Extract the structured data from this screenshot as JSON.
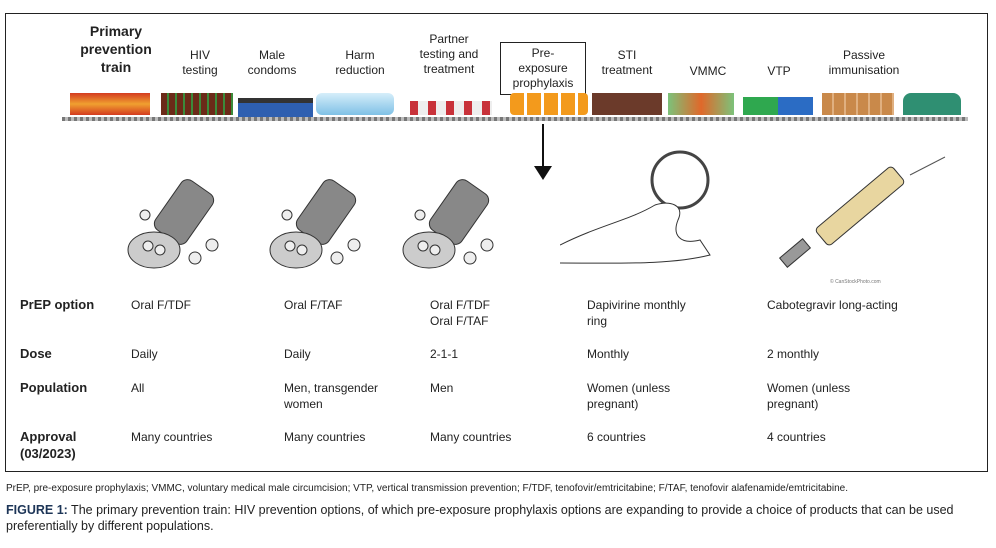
{
  "train": {
    "title": "Primary prevention train",
    "cars": [
      {
        "label": "HIV testing",
        "color": "#7a3b1e"
      },
      {
        "label": "Male condoms",
        "color": "#2e5fb0"
      },
      {
        "label": "Harm reduction",
        "color": "#9fd3ef"
      },
      {
        "label": "Partner testing and treatment",
        "color": "#c8323a"
      },
      {
        "label": "Pre-exposure prophylaxis",
        "color": "#f39a1c"
      },
      {
        "label": "STI treatment",
        "color": "#6b3a2a"
      },
      {
        "label": "VMMC",
        "color": "#e0682a"
      },
      {
        "label": "VTP",
        "color": "#2fa84f"
      },
      {
        "label": "Passive immunisation",
        "color": "#c9894a"
      }
    ],
    "engine_color": "#d43b1f",
    "last_car_color": "#2f8f72"
  },
  "images": {
    "watermark": "© CanStockPhoto.com"
  },
  "table": {
    "row_headers": [
      "PrEP option",
      "Dose",
      "Population",
      "Approval (03/2023)"
    ],
    "columns": [
      {
        "option": "Oral F/TDF",
        "dose": "Daily",
        "population": "All",
        "approval": "Many countries"
      },
      {
        "option": "Oral F/TAF",
        "dose": "Daily",
        "population": "Men, transgender women",
        "approval": "Many countries"
      },
      {
        "option": "Oral F/TDF\nOral F/TAF",
        "dose": "2-1-1",
        "population": "Men",
        "approval": "Many countries"
      },
      {
        "option": "Dapivirine monthly ring",
        "dose": "Monthly",
        "population": "Women (unless pregnant)",
        "approval": "6 countries"
      },
      {
        "option": "Cabotegravir long-acting",
        "dose": "2 monthly",
        "population": "Women (unless pregnant)",
        "approval": "4 countries"
      }
    ]
  },
  "footnote": "PrEP, pre-exposure prophylaxis; VMMC, voluntary medical male circumcision; VTP, vertical transmission prevention; F/TDF, tenofovir/emtricitabine; F/TAF, tenofovir alafenamide/emtricitabine.",
  "caption": {
    "label": "FIGURE 1:",
    "text": " The primary prevention train: HIV prevention options, of which pre-exposure prophylaxis options are expanding to provide a choice of products that can be used preferentially by different populations."
  }
}
